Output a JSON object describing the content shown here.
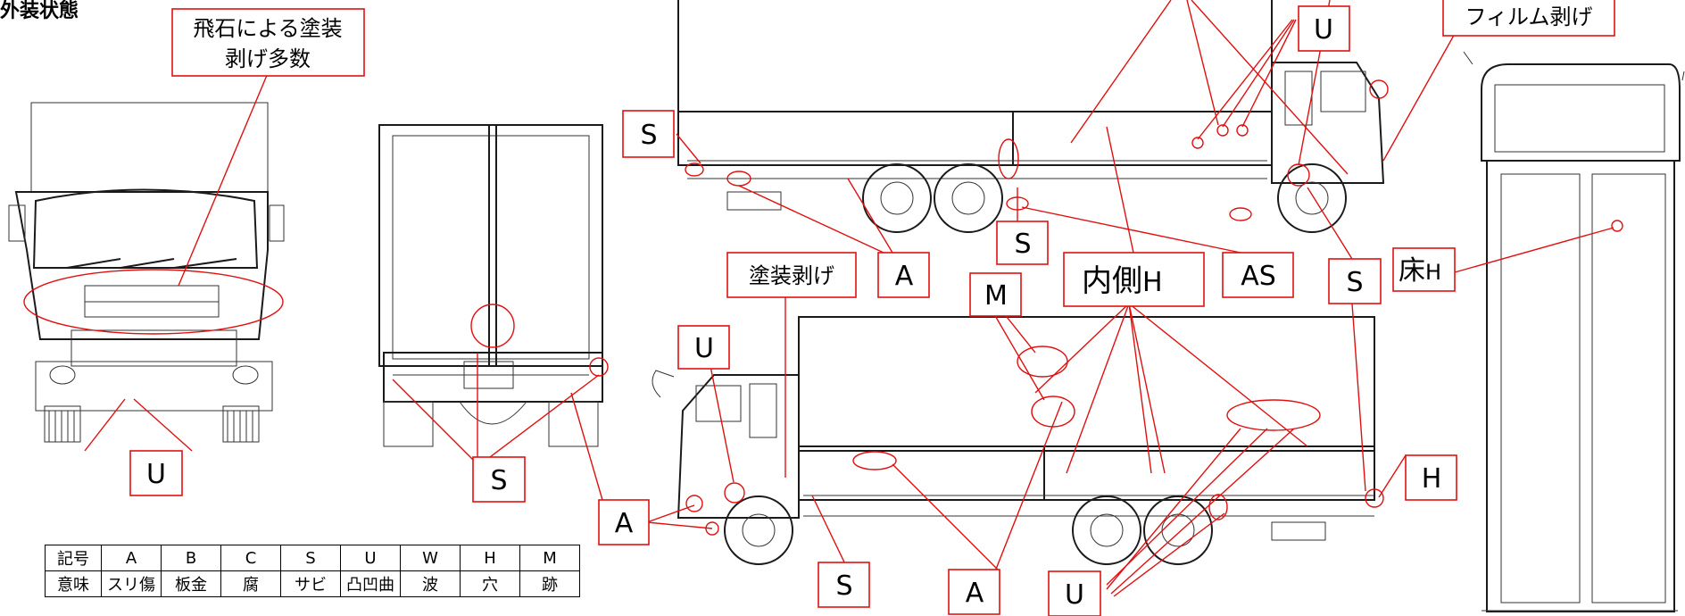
{
  "section_title": "外装状態",
  "callouts": {
    "front_chip": [
      "飛石による塗装",
      "剥げ多数"
    ],
    "film_peel": "フィルム剥げ",
    "u_top": "U",
    "s_top_left": "S",
    "s_top_mid": "S",
    "a_top": "A",
    "as_top": "AS",
    "s_top_right": "S",
    "floor": [
      "床",
      "H"
    ],
    "inner": [
      "内側",
      "H"
    ],
    "paint_peel": "塗装剥げ",
    "m_mid": "M",
    "u_mid": "U",
    "u_front": "U",
    "s_rear": "S",
    "a_bottom_left": "A",
    "s_bottom": "S",
    "a_bottom": "A",
    "u_bottom": "U",
    "h_bottom": "H"
  },
  "legend": {
    "header_label": "記号",
    "meaning_label": "意味",
    "symbols": [
      "A",
      "B",
      "C",
      "S",
      "U",
      "W",
      "H",
      "M"
    ],
    "meanings": [
      "スリ傷",
      "板金",
      "腐",
      "サビ",
      "凸凹曲",
      "波",
      "穴",
      "跡"
    ]
  },
  "colors": {
    "accent": "#e01010",
    "ink": "#1a1a1a"
  }
}
